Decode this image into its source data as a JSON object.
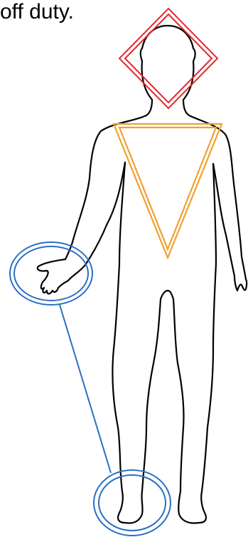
{
  "caption": "off duty.",
  "colors": {
    "outline": "#000000",
    "head_marker": "#e0282e",
    "torso_marker": "#f0a030",
    "hand_foot_marker": "#2a6fc4"
  },
  "markers": [
    {
      "name": "head-diamond",
      "shape": "diamond",
      "color": "red"
    },
    {
      "name": "torso-triangle",
      "shape": "inverted-triangle",
      "color": "orange"
    },
    {
      "name": "hand-circle",
      "shape": "double-circle",
      "color": "blue"
    },
    {
      "name": "foot-circle",
      "shape": "double-circle",
      "color": "blue"
    }
  ]
}
